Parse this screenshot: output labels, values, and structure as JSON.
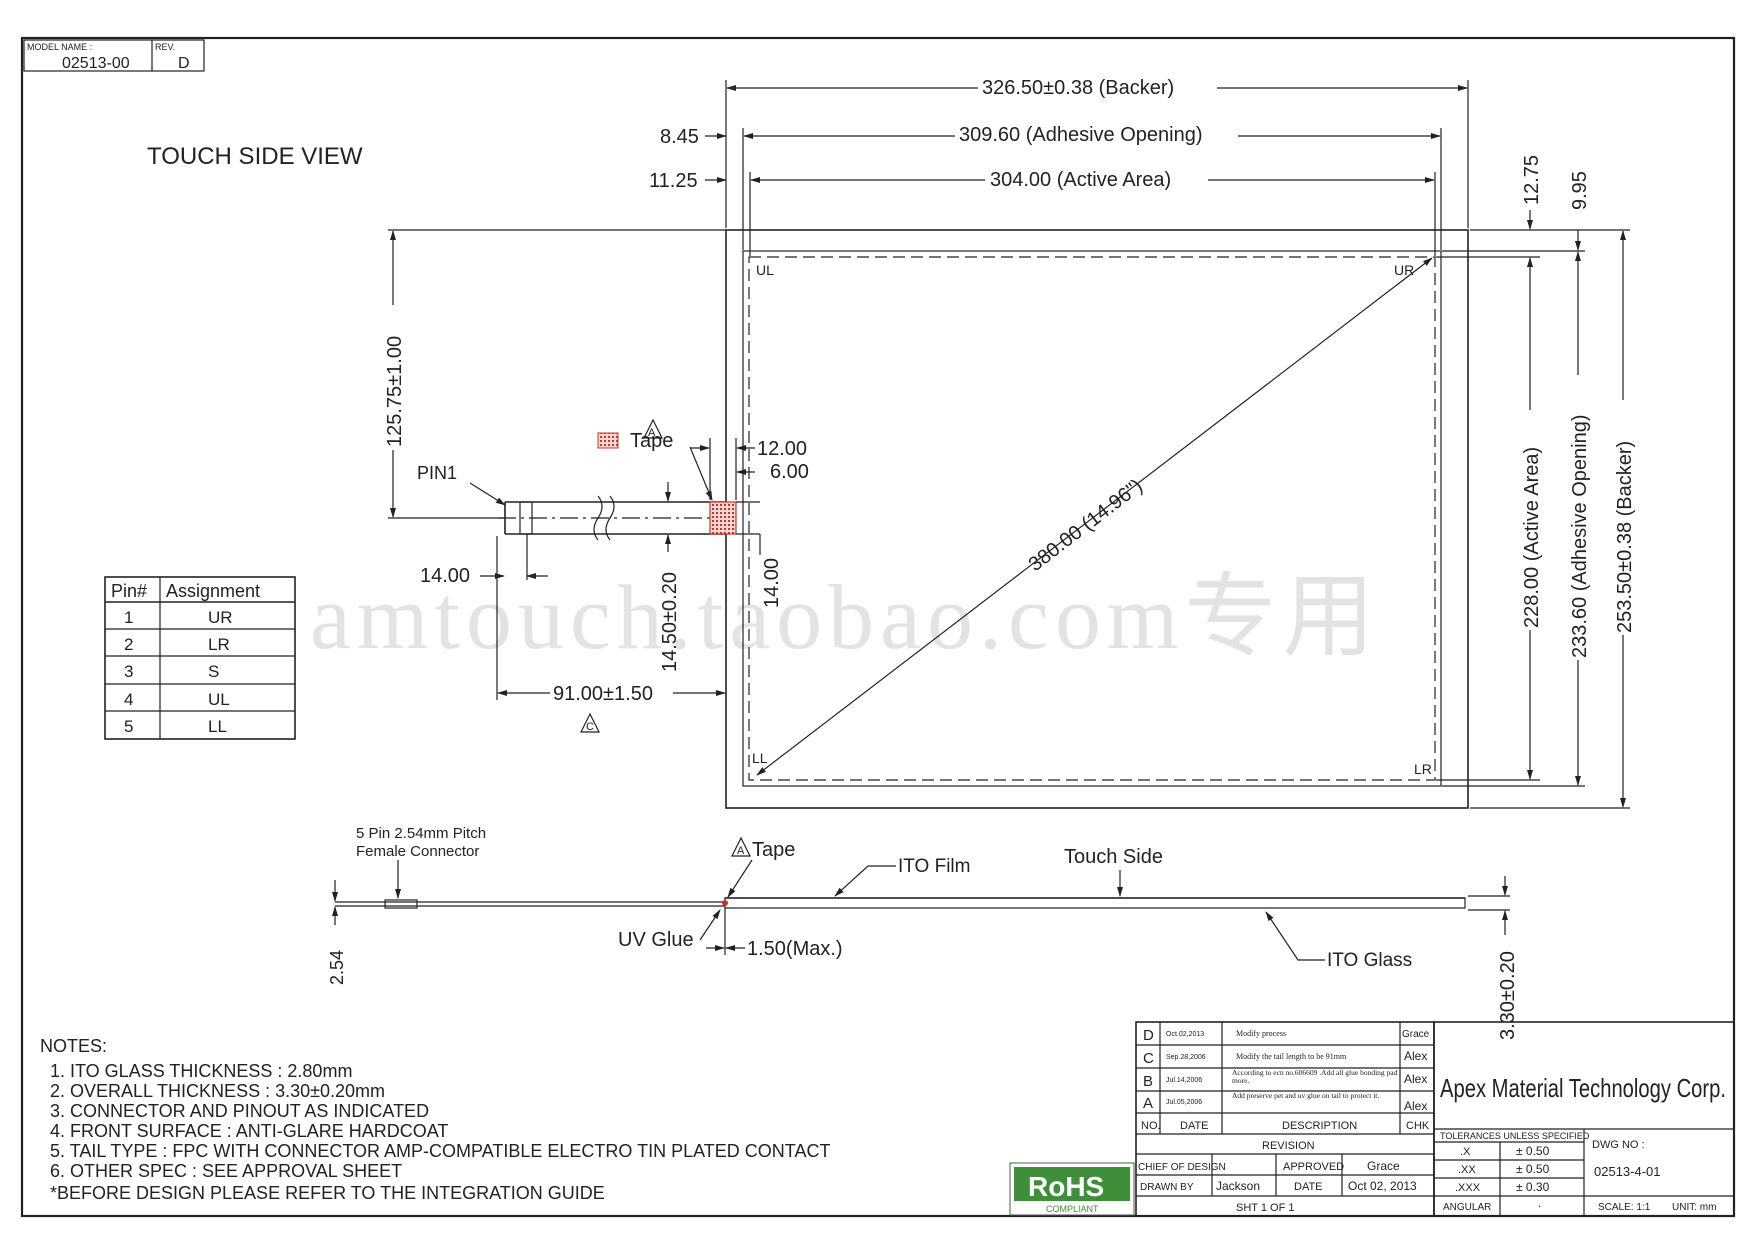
{
  "titleblock": {
    "model_label": "MODEL NAME :",
    "model_value": "02513-00",
    "rev_label": "REV.",
    "rev_value": "D"
  },
  "view_title": "TOUCH  SIDE  VIEW",
  "dims": {
    "backer_w": "326.50±0.38  (Backer)",
    "adhesive_w": "309.60  (Adhesive  Opening)",
    "active_w": "304.00  (Active  Area)",
    "left_845": "8.45",
    "left_1125": "11.25",
    "top_1275": "12.75",
    "top_995": "9.95",
    "tail_pos": "125.75±1.00",
    "diag": "380.00  (14.96\")",
    "active_h": "228.00  (Active  Area)",
    "adhesive_h": "233.60  (Adhesive  Opening)",
    "backer_h": "253.50±0.38  (Backer)",
    "tape_12": "12.00",
    "tape_6": "6.00",
    "tail_14a": "14.00",
    "tail_14b": "14.00",
    "tail_1450": "14.50±0.20",
    "tail_len": "91.00±1.50",
    "thick_254": "2.54",
    "uv_150": "1.50(Max.)",
    "thick_330": "3.30±0.20"
  },
  "labels": {
    "pin1": "PIN1",
    "tape": "Tape",
    "tape2": "Tape",
    "marker_a": "A",
    "marker_c": "C",
    "marker_a2": "A",
    "ul": "UL",
    "ur": "UR",
    "ll": "LL",
    "lr": "LR",
    "connector1": "5  Pin  2.54mm  Pitch",
    "connector2": "Female  Connector",
    "ito_film": "ITO  Film",
    "touch_side": "Touch  Side",
    "uv_glue": "UV  Glue",
    "ito_glass": "ITO  Glass"
  },
  "watermark": "amtouch.taobao.com专用",
  "pin_table": {
    "headers": [
      "Pin#",
      "Assignment"
    ],
    "rows": [
      [
        "1",
        "UR"
      ],
      [
        "2",
        "LR"
      ],
      [
        "3",
        "S"
      ],
      [
        "4",
        "UL"
      ],
      [
        "5",
        "LL"
      ]
    ]
  },
  "notes": {
    "title": "NOTES:",
    "items": [
      "1.  ITO  GLASS  THICKNESS  :  2.80mm",
      "2.  OVERALL  THICKNESS  :  3.30±0.20mm",
      "3.  CONNECTOR  AND  PINOUT  AS  INDICATED",
      "4.  FRONT  SURFACE  :  ANTI-GLARE  HARDCOAT",
      "5.  TAIL  TYPE  :  FPC  WITH  CONNECTOR  AMP-COMPATIBLE  ELECTRO  TIN  PLATED  CONTACT",
      "6.  OTHER  SPEC  :  SEE  APPROVAL  SHEET",
      "*BEFORE  DESIGN  PLEASE  REFER  TO  THE  INTEGRATION  GUIDE"
    ]
  },
  "revision": {
    "rows": [
      {
        "no": "D",
        "date": "Oct.02,2013",
        "desc": "Modify process",
        "chk": "Grace"
      },
      {
        "no": "C",
        "date": "Sep.28,2006",
        "desc": "Modify the tail length to be 91mm",
        "chk": "Alex"
      },
      {
        "no": "B",
        "date": "Jul.14,2006",
        "desc": "According to ecn no.606609 .Add all glue bonding pad more.",
        "chk": "Alex"
      },
      {
        "no": "A",
        "date": "Jul.05,2006",
        "desc": "Add preserve pet and uv glue on tail to protect it.",
        "chk": "Alex"
      }
    ],
    "hdr_no": "NO.",
    "hdr_date": "DATE",
    "hdr_desc": "DESCRIPTION",
    "hdr_chk": "CHK",
    "label": "REVISION",
    "chief": "CHIEF  OF  DESIGN",
    "approved": "APPROVED",
    "approved_by": "Grace",
    "drawn": "DRAWN  BY",
    "drawn_by": "Jackson",
    "date_lbl": "DATE",
    "date_val": "Oct  02,  2013",
    "sht": "SHT    1    OF    1"
  },
  "company": "Apex  Material  Technology  Corp.",
  "tolerances": {
    "title": "TOLERANCES  UNLESS  SPECIFIED",
    "rows": [
      [
        ".X",
        "±  0.50"
      ],
      [
        ".XX",
        "±  0.50"
      ],
      [
        ".XXX",
        "±  0.30"
      ],
      [
        "ANGULAR",
        "."
      ]
    ]
  },
  "dwg": {
    "label": "DWG  NO  :",
    "value": "02513-4-01",
    "scale": "SCALE:  1:1",
    "unit": "UNIT:  mm"
  },
  "rohs": {
    "text": "RoHS",
    "sub": "COMPLIANT"
  },
  "colors": {
    "tape": "#c0392b",
    "rohs_bg": "#3f8f3a",
    "watermark": "#e3e3e3"
  }
}
